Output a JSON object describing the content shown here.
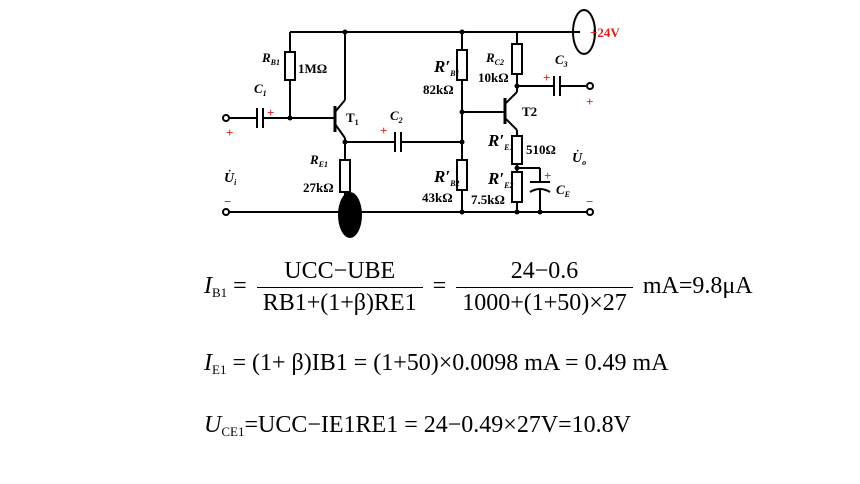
{
  "circuit": {
    "supply_label": "+24V",
    "rb1": {
      "name_main": "R",
      "name_sub": "B1",
      "value": "1MΩ"
    },
    "c1": {
      "name_main": "C",
      "name_sub": "1"
    },
    "t1": {
      "name_main": "T",
      "name_sub": "1"
    },
    "c2": {
      "name_main": "C",
      "name_sub": "2"
    },
    "re1": {
      "name_main": "R",
      "name_sub": "E1",
      "value": "27kΩ"
    },
    "rb1p": {
      "name_main": "R′",
      "name_sub": "B1",
      "value": "82kΩ"
    },
    "rb2p": {
      "name_main": "R′",
      "name_sub": "B2",
      "value": "43kΩ"
    },
    "rc2": {
      "name_main": "R",
      "name_sub": "C2",
      "value": "10kΩ"
    },
    "c3": {
      "name_main": "C",
      "name_sub": "3"
    },
    "t2": {
      "label": "T2"
    },
    "re1p": {
      "name_main": "R′",
      "name_sub": "E1",
      "value": "510Ω"
    },
    "re2p": {
      "name_main": "R′",
      "name_sub": "E2",
      "value": "7.5kΩ"
    },
    "ce": {
      "name_main": "C",
      "name_sub": "E"
    },
    "ui": {
      "name_main": "U",
      "name_sub": "i"
    },
    "uo": {
      "name_main": "U",
      "name_sub": "o"
    },
    "plus": "+",
    "minus": "−"
  },
  "equations": {
    "eq1": {
      "lhs_main": "I",
      "lhs_sub": "B1",
      "eq": "=",
      "frac1_num": "UCC−UBE",
      "frac1_den": "RB1+(1+β)RE1",
      "frac2_num": "24−0.6",
      "frac2_den": "1000+(1+50)×27",
      "result": "mA=9.8μA"
    },
    "eq2": {
      "lhs_main": "I",
      "lhs_sub": "E1",
      "rhs": " = (1+ β)IB1 = (1+50)×0.0098 mA = 0.49 mA"
    },
    "eq3": {
      "lhs_main": "U",
      "lhs_sub": "CE1",
      "rhs": "=UCC−IE1RE1 = 24−0.49×27V=10.8V"
    }
  }
}
